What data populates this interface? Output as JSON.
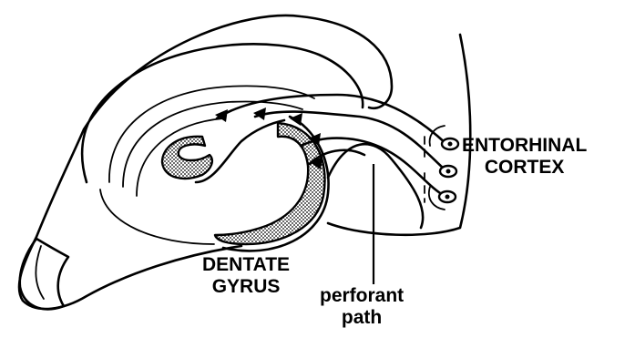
{
  "labels": {
    "entorhinal_line1": "ENTORHINAL",
    "entorhinal_line2": "CORTEX",
    "dentate_line1": "DENTATE",
    "dentate_line2": "GYRUS",
    "perforant_line1": "perforant",
    "perforant_line2": "path"
  },
  "colors": {
    "ink": "#000000",
    "background": "#ffffff"
  }
}
